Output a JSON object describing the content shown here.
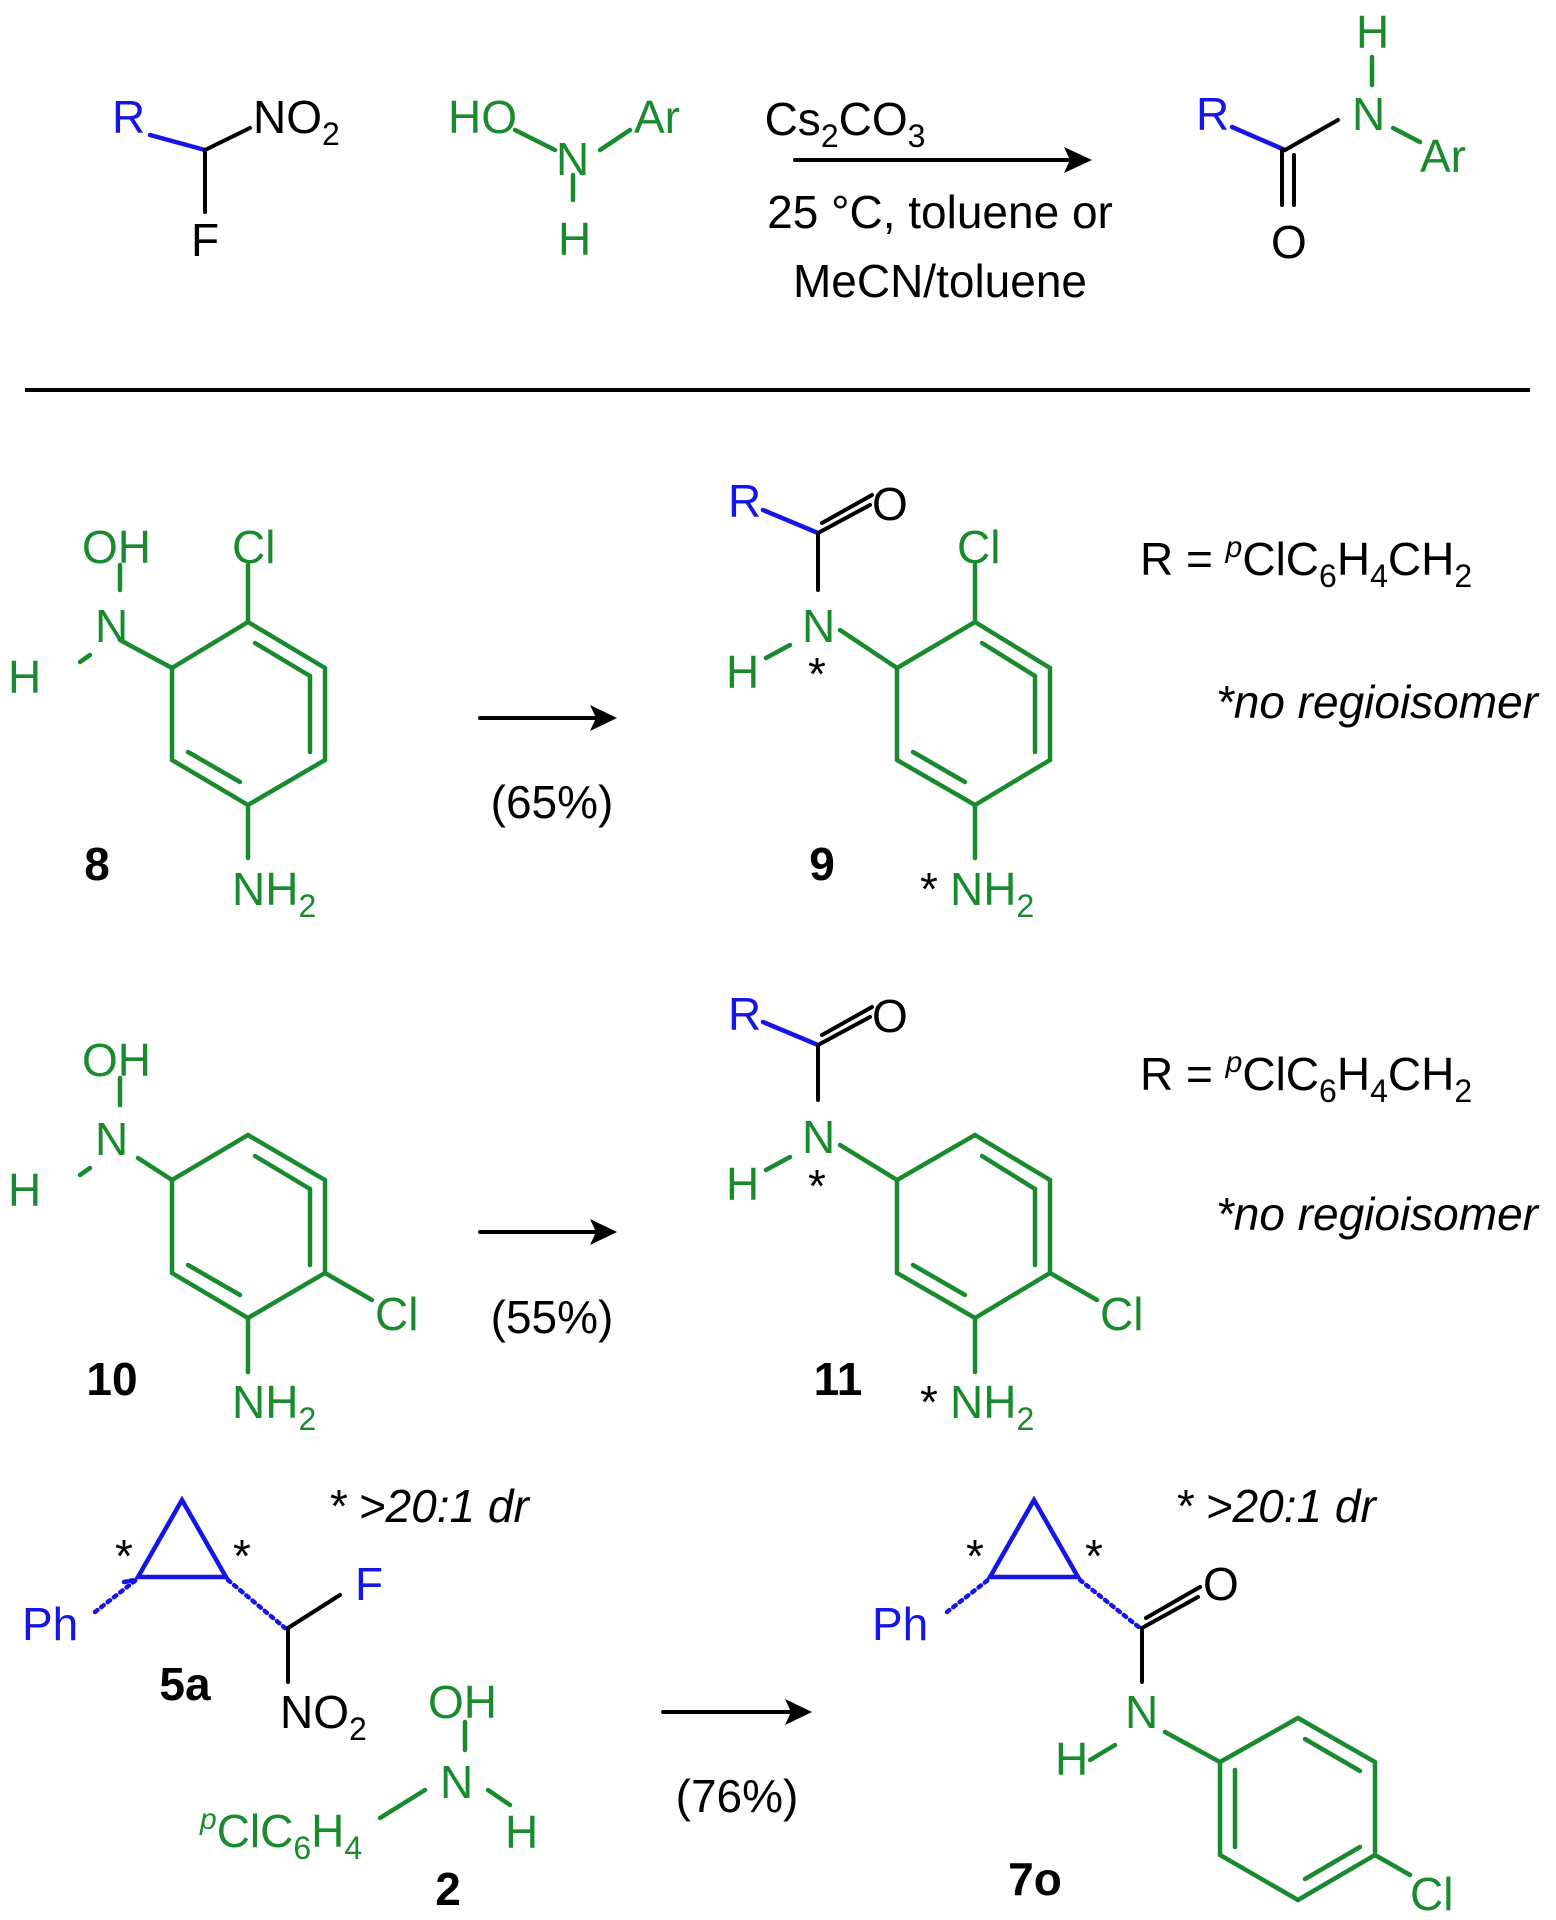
{
  "colors": {
    "aryl": "#1a8a2e",
    "r_group": "#1515e6",
    "base": "#000000"
  },
  "general": {
    "atom_r": "R",
    "atom_no2": "NO",
    "sub_2": "2",
    "atom_f": "F",
    "atom_ho": "HO",
    "atom_n": "N",
    "atom_ar": "Ar",
    "atom_h": "H",
    "atom_o": "O",
    "reagent_cs": "Cs",
    "reagent_co": "CO",
    "reagent_sub2": "2",
    "reagent_sub3": "3",
    "cond_line1": "25 °C, toluene or",
    "cond_line2": "MeCN/toluene"
  },
  "atoms": {
    "oh": "OH",
    "cl": "Cl",
    "nh": "NH",
    "sub_2": "2",
    "n": "N",
    "h": "H",
    "o": "O",
    "r": "R",
    "star": "*",
    "f": "F",
    "ph": "Ph",
    "no": "NO",
    "sub_4": "4",
    "sub_6": "6"
  },
  "r_def": {
    "prefix": "R = ",
    "sup": "p",
    "cl": "Cl",
    "c": "C",
    "s6": "6",
    "h": "H",
    "s4": "4",
    "ch": "CH",
    "s2": "2"
  },
  "row1": {
    "sm": "8",
    "yield": "(65%)",
    "product": "9",
    "note": "*no regioisomer"
  },
  "row2": {
    "sm": "10",
    "yield": "(55%)",
    "product": "11",
    "note": "*no regioisomer"
  },
  "row3": {
    "sm": "5a",
    "amine": "2",
    "yield": "(76%)",
    "product": "7o",
    "dr_sm": "* >20:1 dr",
    "dr_product": "* >20:1 dr",
    "amine_sub_sup": "p",
    "amine_sub_cl": "ClC",
    "amine_sub_h": "H"
  }
}
